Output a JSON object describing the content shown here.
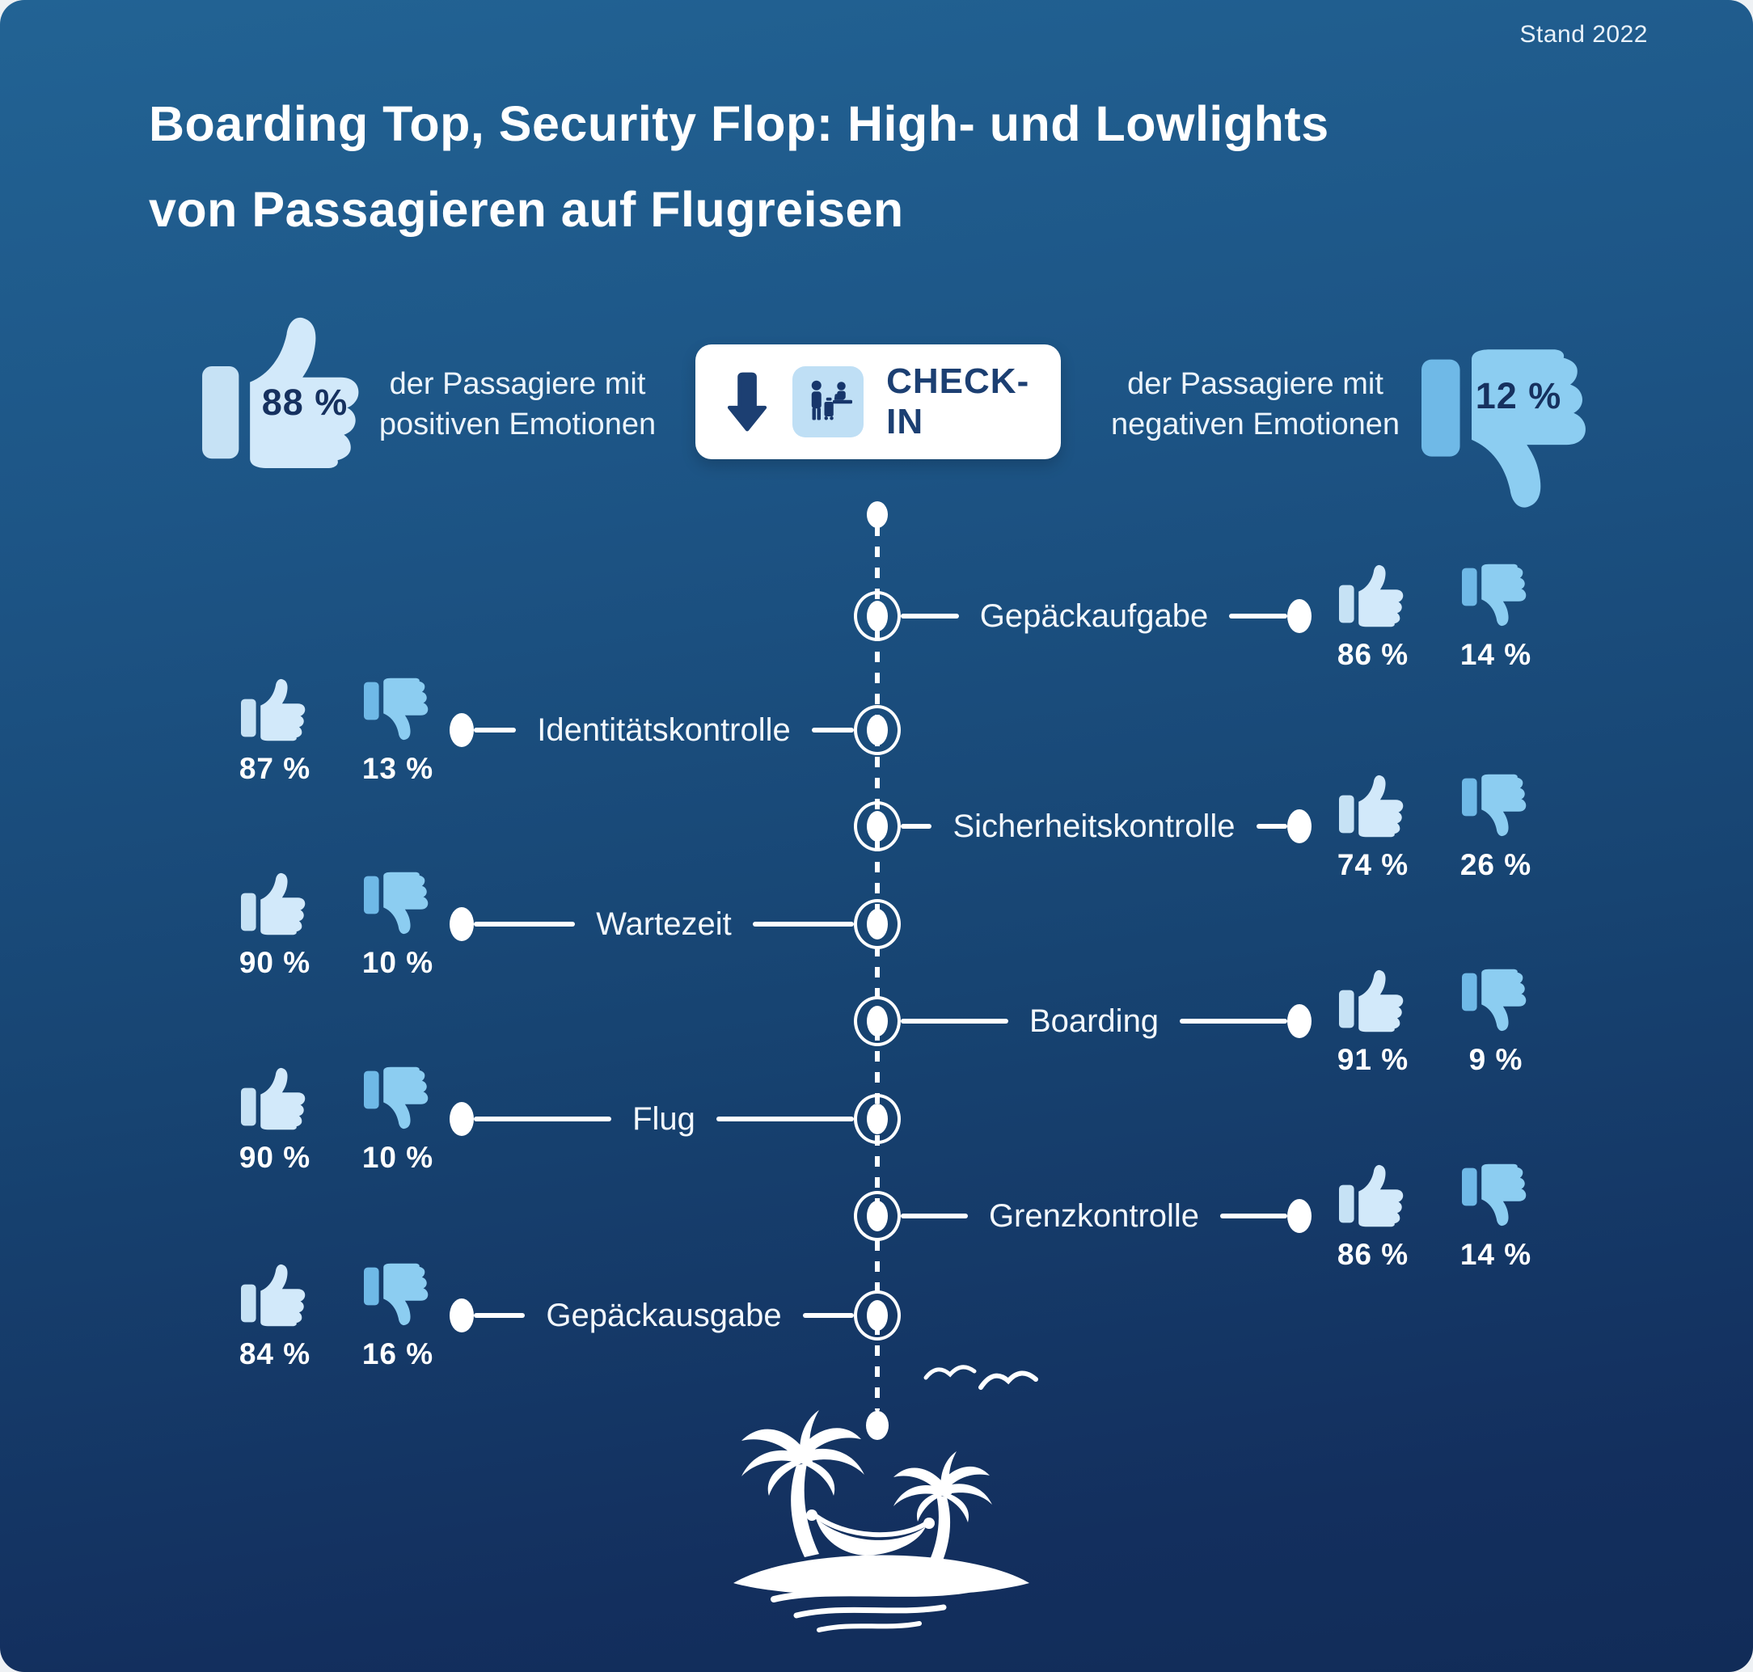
{
  "meta": {
    "stand": "Stand 2022"
  },
  "title": {
    "line1": "Boarding Top, Security Flop: High- und Lowlights",
    "line2": "von Passagieren auf Flugreisen"
  },
  "header": {
    "positive": {
      "value": "88 %",
      "label_line1": "der Passagiere mit",
      "label_line2": "positiven Emotionen"
    },
    "negative": {
      "value": "12 %",
      "label_line1": "der Passagiere mit",
      "label_line2": "negativen Emotionen"
    },
    "checkin_label": "CHECK-IN"
  },
  "stations": [
    {
      "label": "Gepäckaufgabe",
      "side": "right",
      "up": "86 %",
      "down": "14 %"
    },
    {
      "label": "Identitätskontrolle",
      "side": "left",
      "up": "87 %",
      "down": "13 %"
    },
    {
      "label": "Sicherheitskontrolle",
      "side": "right",
      "up": "74 %",
      "down": "26 %"
    },
    {
      "label": "Wartezeit",
      "side": "left",
      "up": "90 %",
      "down": "10 %"
    },
    {
      "label": "Boarding",
      "side": "right",
      "up": "91 %",
      "down": "9 %"
    },
    {
      "label": "Flug",
      "side": "left",
      "up": "90 %",
      "down": "10 %"
    },
    {
      "label": "Grenzkontrolle",
      "side": "right",
      "up": "86 %",
      "down": "14 %"
    },
    {
      "label": "Gepäckausgabe",
      "side": "left",
      "up": "84 %",
      "down": "16 %"
    }
  ],
  "colors": {
    "card_top": "#226394",
    "card_bottom": "#112c58",
    "thumb_up_light": "#d2e9fa",
    "thumb_down_blue": "#6fb9e7",
    "thumb_down_hand": "#8ccdf1",
    "navy_text": "#16315f",
    "white": "#ffffff",
    "checkin_square": "#bfdff5"
  },
  "chart_data": {
    "type": "table",
    "title": "Boarding Top, Security Flop: High- und Lowlights von Passagieren auf Flugreisen",
    "subtitle": "Stand 2022",
    "categories": [
      "Check-in (gesamt)",
      "Gepäckaufgabe",
      "Identitätskontrolle",
      "Sicherheitskontrolle",
      "Wartezeit",
      "Boarding",
      "Flug",
      "Grenzkontrolle",
      "Gepäckausgabe"
    ],
    "series": [
      {
        "name": "Passagiere mit positiven Emotionen (%)",
        "values": [
          88,
          86,
          87,
          74,
          90,
          91,
          90,
          86,
          84
        ]
      },
      {
        "name": "Passagiere mit negativen Emotionen (%)",
        "values": [
          12,
          14,
          13,
          26,
          10,
          9,
          10,
          14,
          16
        ]
      }
    ],
    "layout": "vertical timeline, stations alternating right/left, thumbs-up / thumbs-down icons per station"
  }
}
